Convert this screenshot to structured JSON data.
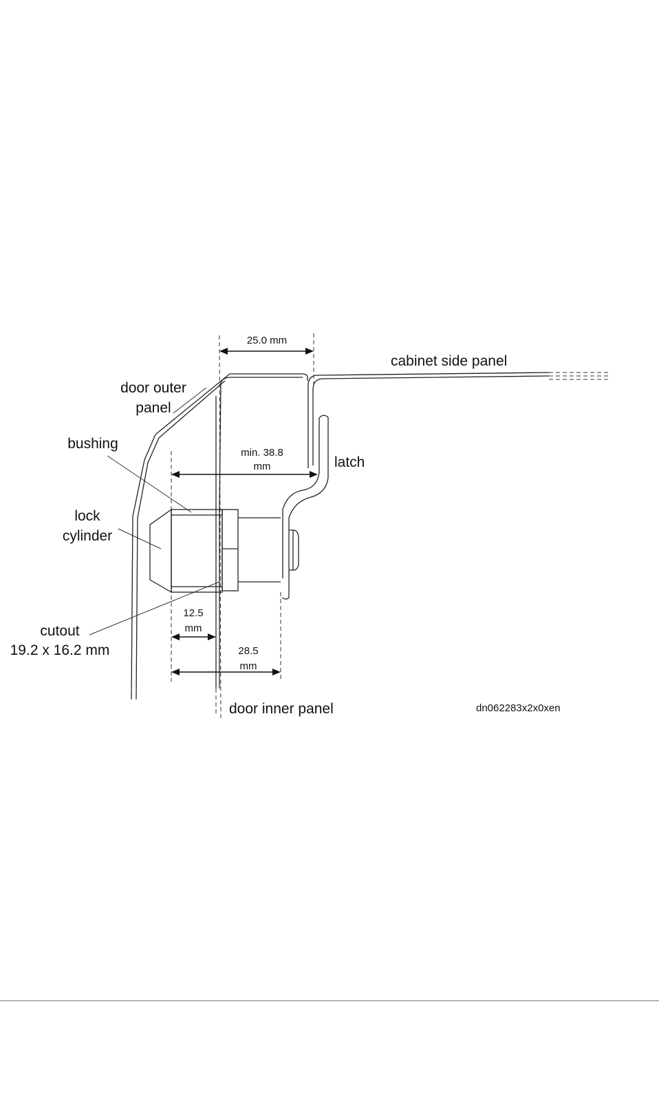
{
  "diagram": {
    "labels": {
      "cabinet_side_panel": "cabinet side panel",
      "door_outer_panel_line1": "door outer",
      "door_outer_panel_line2": "panel",
      "bushing": "bushing",
      "latch": "latch",
      "lock_cylinder_line1": "lock",
      "lock_cylinder_line2": "cylinder",
      "cutout_line1": "cutout",
      "cutout_line2": "19.2 x 16.2 mm",
      "door_inner_panel": "door inner panel"
    },
    "dimensions": {
      "top_gap": "25.0 mm",
      "min_depth_line1": "min. 38.8",
      "min_depth_line2": "mm",
      "bushing_len_line1": "12.5",
      "bushing_len_line2": "mm",
      "cylinder_len_line1": "28.5",
      "cylinder_len_line2": "mm"
    },
    "figure_code": "dn062283x2x0xen"
  }
}
